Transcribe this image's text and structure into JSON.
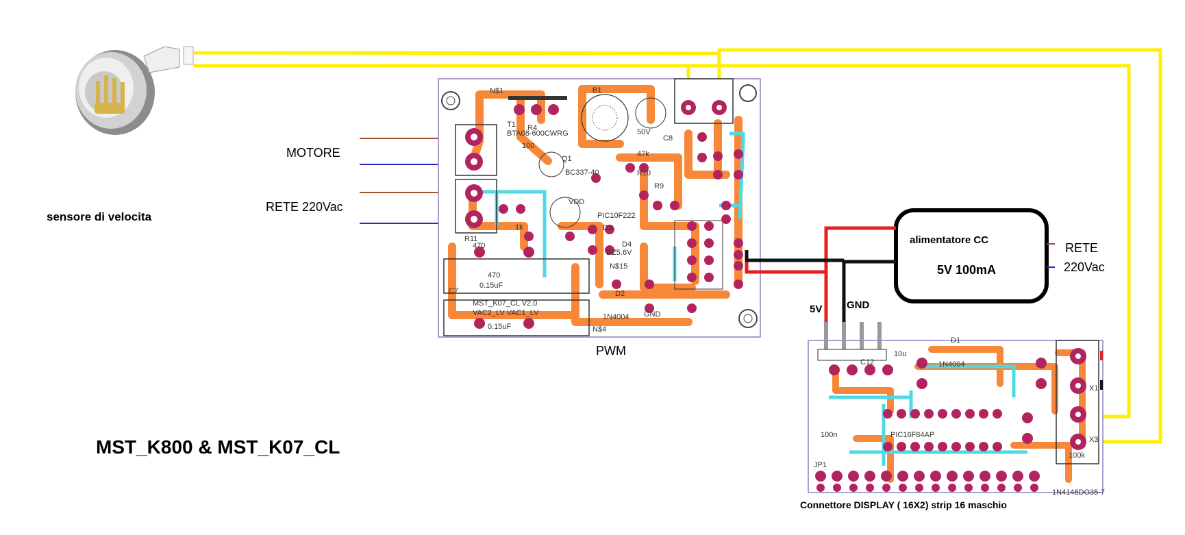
{
  "diagram": {
    "title": "MST_K800 & MST_K07_CL",
    "sensor_label": "sensore di velocita",
    "motor_label": "MOTORE",
    "mains_label": "RETE 220Vac",
    "pwm_board_label": "PWM",
    "psu": {
      "title": "alimentatore CC",
      "spec": "5V 100mA",
      "mains_line1": "RETE",
      "mains_line2": "220Vac"
    },
    "header_5v": "5V",
    "header_gnd": "GND",
    "display_connector_label": "Connettore DISPLAY ( 16X2) strip 16 maschio",
    "pwm_board": {
      "ic": "PIC10F222",
      "triac": "BTA08-600CWRG",
      "transistor": "BC337-40",
      "net_top": "N$1",
      "net_vdd": "VDD",
      "cap_c7": "C7",
      "cap_value_top": "0.15uF",
      "cap_value_bottom": "0.15uF",
      "net_vac": "VAC2_LV   VAC1_LV",
      "diode": "1N4004",
      "zener": "DZ5.6V",
      "r_470": "470",
      "r_470b": "470",
      "r_1k": "1k",
      "r_100": "100",
      "r_47k": "47k",
      "net_n15": "N$15",
      "net_gnd": "GND",
      "net_n4": "N$4",
      "c_50v": "50V",
      "c_8": "C8",
      "r_r11": "R11",
      "r_r4": "R4",
      "r_r10": "R10",
      "r_r9": "R9",
      "d_d2": "D2",
      "d_d3": "D3",
      "d_d4": "D4",
      "t_t1": "T1",
      "q_q1": "Q1",
      "b_b1": "B1",
      "silk_version": "MST_K07_CL V2.0"
    },
    "display_board": {
      "ic": "PIC16F84AP",
      "diode": "1N4148DO35-7",
      "r_100k": "100k",
      "c_100n": "100n",
      "net_jp1": "JP1",
      "net_x3": "X3",
      "net_x1": "X1",
      "d_d1": "D1",
      "c_c12": "C12",
      "r_10u": "10u",
      "r_1n4004": "1N4004"
    },
    "colors": {
      "signal_wire": "#ffef00",
      "pcb_trace": "#f7883a",
      "pad": "#b2245e",
      "jumper": "#4fd9e6",
      "wire_red": "#e81e1e",
      "wire_black": "#111111",
      "wire_brown": "#a0522d",
      "wire_blue": "#1f2fb8"
    }
  }
}
